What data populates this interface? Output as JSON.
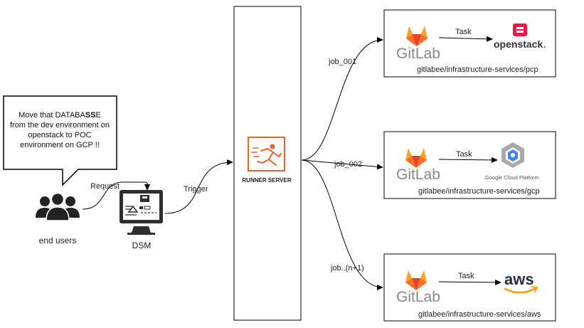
{
  "speech_bubble": {
    "lines": [
      [
        {
          "t": "Move that DATABA"
        },
        {
          "t": "SS",
          "b": true
        },
        {
          "t": "E"
        }
      ],
      [
        {
          "t": "from the dev environment on"
        }
      ],
      [
        {
          "t": "openstack to POC"
        }
      ],
      [
        {
          "t": "environment on GCP !!"
        }
      ]
    ]
  },
  "nodes": {
    "end_users": "end users",
    "dsm": "DSM",
    "runner": "RUNNER SERVER"
  },
  "edges": {
    "request": "Request",
    "trigger": "Trigger"
  },
  "targets": [
    {
      "job": "job_001",
      "task": "Task",
      "gitlab": "GitLab",
      "platform": "openstack",
      "platform_mark": ".",
      "repo": "gitlabee/infrastructure-services/pcp"
    },
    {
      "job": "job_002",
      "task": "Task",
      "gitlab": "GitLab",
      "platform": "Google Cloud Platform",
      "repo": "gitlabee/infrastructure-services/gcp"
    },
    {
      "job": "job..(n+1)",
      "task": "Task",
      "gitlab": "GitLab",
      "platform": "aws",
      "repo": "gitlabee/infrastructure-services/aws"
    }
  ],
  "colors": {
    "gitlab_orange": "#E2432A",
    "gitlab_light": "#FCA326",
    "runner_orange": "#E8632A",
    "openstack_red": "#ED1944",
    "gcp_blue": "#4285F4",
    "aws_dark": "#232F3E",
    "aws_orange": "#FF9900"
  }
}
